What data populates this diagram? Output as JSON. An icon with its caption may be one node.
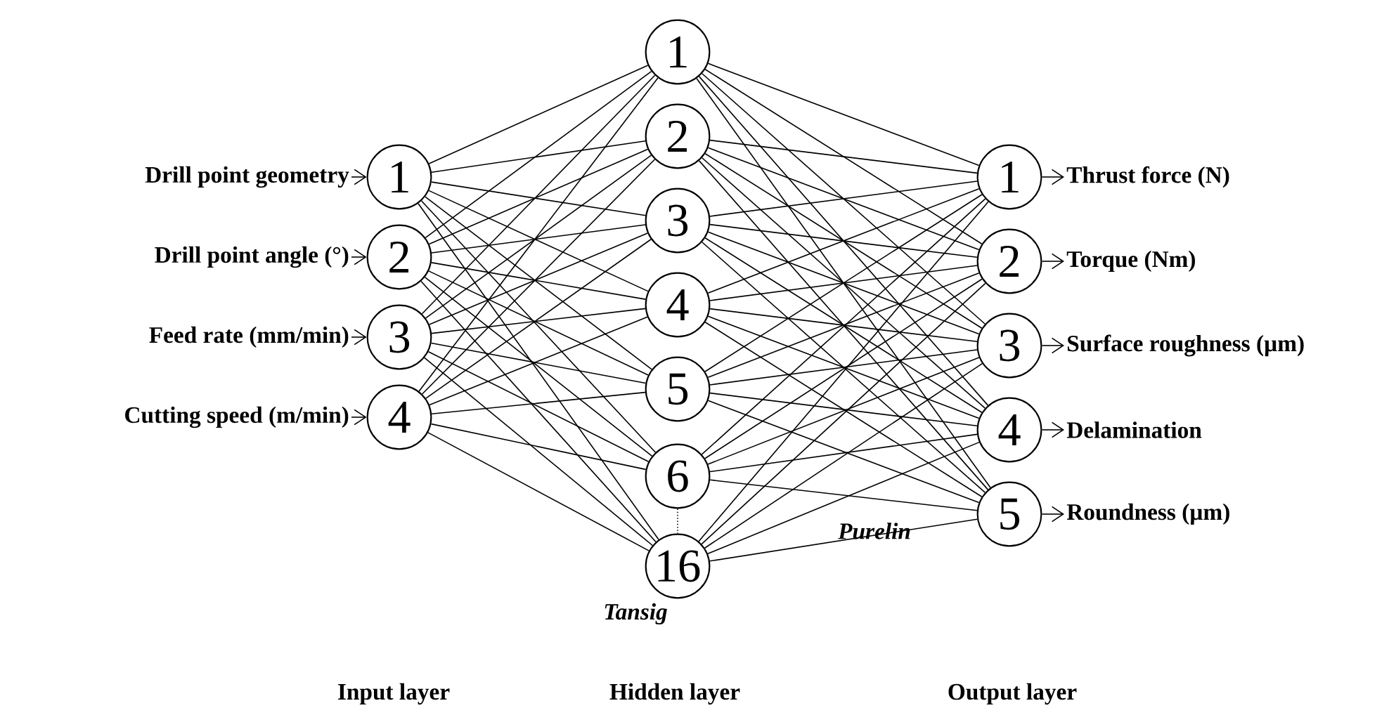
{
  "diagram": {
    "nodes": [
      {
        "text": [
          "Drill point geometry"
        ]
      },
      {
        "text": [
          "Drill point angle (°)"
        ]
      },
      {
        "text": [
          "Feed rate (mm/min)"
        ]
      },
      {
        "text": [
          "Cutting speed (m/min)"
        ]
      },
      {
        "text": [
          "1"
        ]
      },
      {
        "text": [
          "2"
        ]
      },
      {
        "text": [
          "3"
        ]
      },
      {
        "text": [
          "4"
        ]
      },
      {
        "text": [
          "1"
        ]
      },
      {
        "text": [
          "2"
        ]
      },
      {
        "text": [
          "3"
        ]
      },
      {
        "text": [
          "4"
        ]
      },
      {
        "text": [
          "5"
        ]
      },
      {
        "text": [
          "6"
        ]
      },
      {
        "text": [
          "16"
        ]
      },
      {
        "text": [
          "1"
        ]
      },
      {
        "text": [
          "2"
        ]
      },
      {
        "text": [
          "3"
        ]
      },
      {
        "text": [
          "4"
        ]
      },
      {
        "text": [
          "5"
        ]
      },
      {
        "text": [
          "Thrust force (N)"
        ]
      },
      {
        "text": [
          "Torque (Nm)"
        ]
      },
      {
        "text": [
          "Surface roughness (µm)"
        ]
      },
      {
        "text": [
          "Delamination"
        ]
      },
      {
        "text": [
          "Roundness (µm)"
        ]
      }
    ],
    "edges": [
      {
        "from": 0,
        "to": 4,
        "arrow": "to"
      },
      {
        "from": 1,
        "to": 5,
        "arrow": "to"
      },
      {
        "from": 2,
        "to": 6,
        "arrow": "to"
      },
      {
        "from": 3,
        "to": 7,
        "arrow": "to"
      },
      {
        "from": 4,
        "to": 8,
        "arrow": "none"
      },
      {
        "from": 4,
        "to": 9,
        "arrow": "none"
      },
      {
        "from": 4,
        "to": 10,
        "arrow": "none"
      },
      {
        "from": 4,
        "to": 11,
        "arrow": "none"
      },
      {
        "from": 4,
        "to": 12,
        "arrow": "none"
      },
      {
        "from": 4,
        "to": 13,
        "arrow": "none"
      },
      {
        "from": 4,
        "to": 14,
        "arrow": "none"
      },
      {
        "from": 5,
        "to": 8,
        "arrow": "none"
      },
      {
        "from": 5,
        "to": 9,
        "arrow": "none"
      },
      {
        "from": 5,
        "to": 10,
        "arrow": "none"
      },
      {
        "from": 5,
        "to": 11,
        "arrow": "none"
      },
      {
        "from": 5,
        "to": 12,
        "arrow": "none"
      },
      {
        "from": 5,
        "to": 13,
        "arrow": "none"
      },
      {
        "from": 5,
        "to": 14,
        "arrow": "none"
      },
      {
        "from": 6,
        "to": 8,
        "arrow": "none"
      },
      {
        "from": 6,
        "to": 9,
        "arrow": "none"
      },
      {
        "from": 6,
        "to": 10,
        "arrow": "none"
      },
      {
        "from": 6,
        "to": 11,
        "arrow": "none"
      },
      {
        "from": 6,
        "to": 12,
        "arrow": "none"
      },
      {
        "from": 6,
        "to": 13,
        "arrow": "none"
      },
      {
        "from": 6,
        "to": 14,
        "arrow": "none"
      },
      {
        "from": 7,
        "to": 8,
        "arrow": "none"
      },
      {
        "from": 7,
        "to": 9,
        "arrow": "none"
      },
      {
        "from": 7,
        "to": 10,
        "arrow": "none"
      },
      {
        "from": 7,
        "to": 11,
        "arrow": "none"
      },
      {
        "from": 7,
        "to": 12,
        "arrow": "none"
      },
      {
        "from": 7,
        "to": 13,
        "arrow": "none"
      },
      {
        "from": 7,
        "to": 14,
        "arrow": "none"
      },
      {
        "from": 8,
        "to": 15,
        "arrow": "none"
      },
      {
        "from": 8,
        "to": 16,
        "arrow": "none"
      },
      {
        "from": 8,
        "to": 17,
        "arrow": "none"
      },
      {
        "from": 8,
        "to": 18,
        "arrow": "none"
      },
      {
        "from": 8,
        "to": 19,
        "arrow": "none"
      },
      {
        "from": 9,
        "to": 15,
        "arrow": "none"
      },
      {
        "from": 9,
        "to": 16,
        "arrow": "none"
      },
      {
        "from": 9,
        "to": 17,
        "arrow": "none"
      },
      {
        "from": 9,
        "to": 18,
        "arrow": "none"
      },
      {
        "from": 9,
        "to": 19,
        "arrow": "none"
      },
      {
        "from": 10,
        "to": 15,
        "arrow": "none"
      },
      {
        "from": 10,
        "to": 16,
        "arrow": "none"
      },
      {
        "from": 10,
        "to": 17,
        "arrow": "none"
      },
      {
        "from": 10,
        "to": 18,
        "arrow": "none"
      },
      {
        "from": 10,
        "to": 19,
        "arrow": "none"
      },
      {
        "from": 11,
        "to": 15,
        "arrow": "none"
      },
      {
        "from": 11,
        "to": 16,
        "arrow": "none"
      },
      {
        "from": 11,
        "to": 17,
        "arrow": "none"
      },
      {
        "from": 11,
        "to": 18,
        "arrow": "none"
      },
      {
        "from": 11,
        "to": 19,
        "arrow": "none"
      },
      {
        "from": 12,
        "to": 15,
        "arrow": "none"
      },
      {
        "from": 12,
        "to": 16,
        "arrow": "none"
      },
      {
        "from": 12,
        "to": 17,
        "arrow": "none"
      },
      {
        "from": 12,
        "to": 18,
        "arrow": "none"
      },
      {
        "from": 12,
        "to": 19,
        "arrow": "none"
      },
      {
        "from": 13,
        "to": 15,
        "arrow": "none"
      },
      {
        "from": 13,
        "to": 16,
        "arrow": "none"
      },
      {
        "from": 13,
        "to": 17,
        "arrow": "none"
      },
      {
        "from": 13,
        "to": 18,
        "arrow": "none"
      },
      {
        "from": 13,
        "to": 19,
        "arrow": "none"
      },
      {
        "from": 14,
        "to": 15,
        "arrow": "none"
      },
      {
        "from": 14,
        "to": 16,
        "arrow": "none"
      },
      {
        "from": 14,
        "to": 17,
        "arrow": "none"
      },
      {
        "from": 14,
        "to": 18,
        "arrow": "none"
      },
      {
        "from": 14,
        "to": 19,
        "arrow": "none"
      },
      {
        "from": 15,
        "to": 20,
        "arrow": "to"
      },
      {
        "from": 16,
        "to": 21,
        "arrow": "to"
      },
      {
        "from": 17,
        "to": 22,
        "arrow": "to"
      },
      {
        "from": 18,
        "to": 23,
        "arrow": "to"
      },
      {
        "from": 19,
        "to": 24,
        "arrow": "to"
      }
    ],
    "labels": [
      "Purelin",
      "Tansig",
      "Input layer",
      "Hidden layer",
      "Output layer"
    ]
  }
}
